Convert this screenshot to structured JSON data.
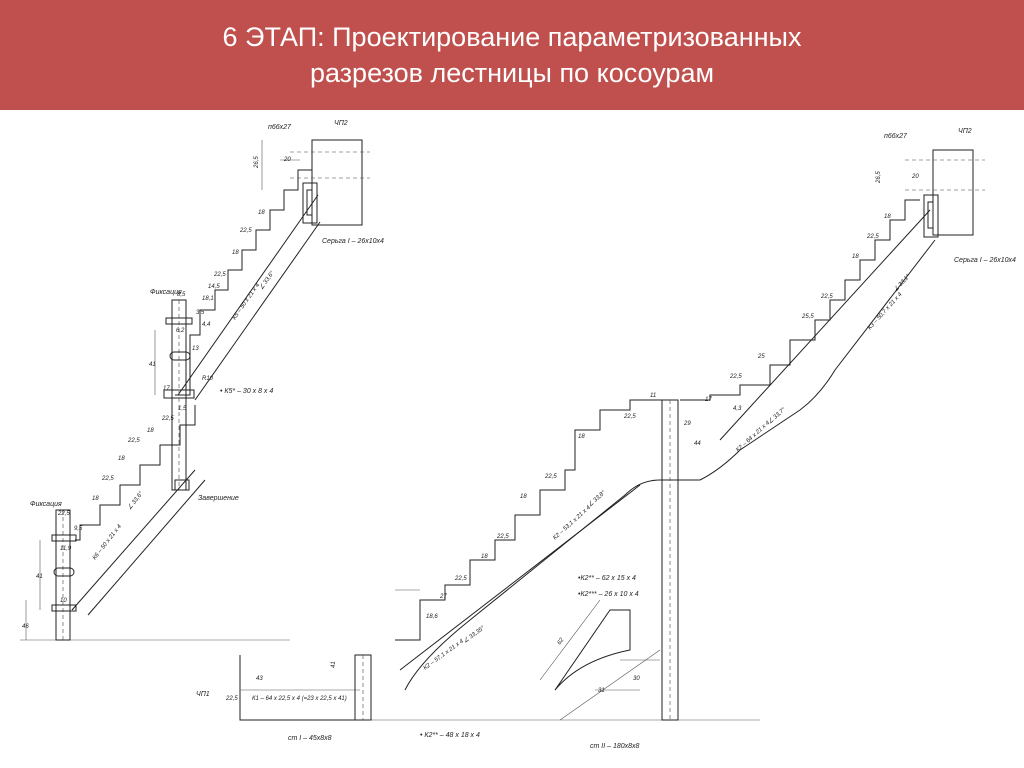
{
  "slide": {
    "title_line1": "6 ЭТАП: Проектирование параметризованных",
    "title_line2": "разрезов лестницы по косоурам",
    "banner_color": "#c0504d"
  },
  "left_drawing": {
    "board_label": "п66х27",
    "chp_label": "ЧП2",
    "earring_label": "Серьга I – 26х10х4",
    "fixing_top_label": "Фиксация",
    "fixing_bottom_label": "Фиксация",
    "k5_label": "• К5* – 30 х 8 х 4",
    "end_label": "Завершение",
    "stringer_upper": "К5 – 50 х 21 х 4",
    "stringer_lower": "К6 – 50 х 21 х 4",
    "angle_upper": "∠ 33,6°",
    "angle_lower": "∠ 33,6°",
    "dims": [
      "26,5",
      "20",
      "18",
      "22,5",
      "18",
      "14,5",
      "18,1",
      "4,4",
      "22,5",
      "8,5",
      "3,5",
      "6,2",
      "41",
      "13",
      "R10",
      "17",
      "1,5",
      "22,5",
      "18",
      "22,5",
      "18",
      "22,5",
      "18",
      "9,5",
      "22,5",
      "11,9",
      "41",
      "10",
      "46"
    ]
  },
  "right_drawing": {
    "board_label": "п66х27",
    "chp2_label": "ЧП2",
    "chp1_label": "ЧП1",
    "earring_label": "Серьга I – 26х10х4",
    "k2_62": "•К2** – 62 х 15 х 4",
    "k2_26": "•К2*** – 26 х 10 х 4",
    "k2_48": "• К2** – 48 х 18 х 4",
    "k1_label": "К1 – 64 х 22,5 х 4 (=23 х 22,5 х 41)",
    "st1_label": "ст I – 45х8х8",
    "st2_label": "ст II – 180х8х8",
    "stringer_upper": "К3 – 50,7 х 21 х 4",
    "stringer_mid": "К2 – 64 х 21 х 4",
    "stringer_bottom": "К2 – 53,1 х 21 х 4",
    "stringer_low": "К2 – 57,1 х 21 х 4",
    "angle_upper": "∠ 33,1°",
    "angle_mid": "∠ 33,7°",
    "angle_bottom": "∠ 33,8°",
    "angle_low": "∠ 33,35°",
    "dims": [
      "26,5",
      "20",
      "18",
      "22,5",
      "18",
      "22,5",
      "25,5",
      "25",
      "22,5",
      "17",
      "4,3",
      "44",
      "29",
      "11",
      "22,5",
      "18",
      "22,5",
      "18",
      "22,5",
      "18",
      "22,5",
      "27",
      "18,6",
      "41",
      "43",
      "22,5",
      "62",
      "31",
      "30"
    ]
  }
}
